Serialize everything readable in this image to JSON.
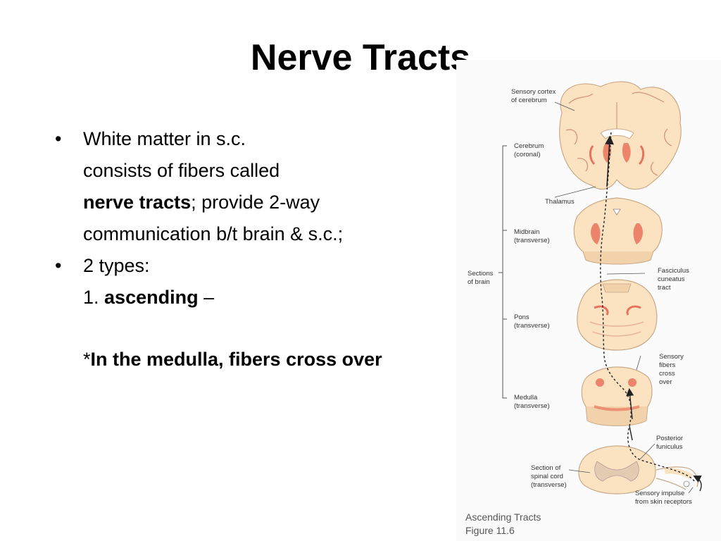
{
  "slide": {
    "title": "Nerve Tracts",
    "bullets": [
      {
        "lines": [
          {
            "text": "White matter in s.c."
          },
          {
            "text": "consists of fibers called"
          },
          {
            "bold": "nerve tracts",
            "rest": "; provide 2-way"
          },
          {
            "text": "communication b/t brain & s.c.;"
          }
        ]
      },
      {
        "lines": [
          {
            "text": "2 types:"
          },
          {
            "prefix": "1. ",
            "bold": "ascending",
            "rest": " –"
          }
        ]
      }
    ],
    "note": {
      "prefix": "*",
      "bold": "In the medulla, fibers cross over"
    },
    "bullet_glyph": "•"
  },
  "figure": {
    "labels": {
      "sensory_cortex_1": "Sensory cortex",
      "sensory_cortex_2": "of cerebrum",
      "cerebrum_1": "Cerebrum",
      "cerebrum_2": "(coronal)",
      "thalamus": "Thalamus",
      "midbrain_1": "Midbrain",
      "midbrain_2": "(transverse)",
      "sections_1": "Sections",
      "sections_2": "of brain",
      "fasciculus_1": "Fasciculus",
      "fasciculus_2": "cuneatus",
      "fasciculus_3": "tract",
      "pons_1": "Pons",
      "pons_2": "(transverse)",
      "sensory_fibers_1": "Sensory",
      "sensory_fibers_2": "fibers",
      "sensory_fibers_3": "cross",
      "sensory_fibers_4": "over",
      "medulla_1": "Medulla",
      "medulla_2": "(transverse)",
      "posterior_1": "Posterior",
      "posterior_2": "funiculus",
      "spinal_1": "Section of",
      "spinal_2": "spinal cord",
      "spinal_3": "(transverse)",
      "impulse_1": "Sensory impulse",
      "impulse_2": "from skin receptors"
    },
    "caption_title": "Ascending Tracts",
    "caption_figure": "Figure 11.6",
    "colors": {
      "tissue": "#fbe3c2",
      "highlight": "#e8735a",
      "outline": "#c9a988"
    }
  }
}
